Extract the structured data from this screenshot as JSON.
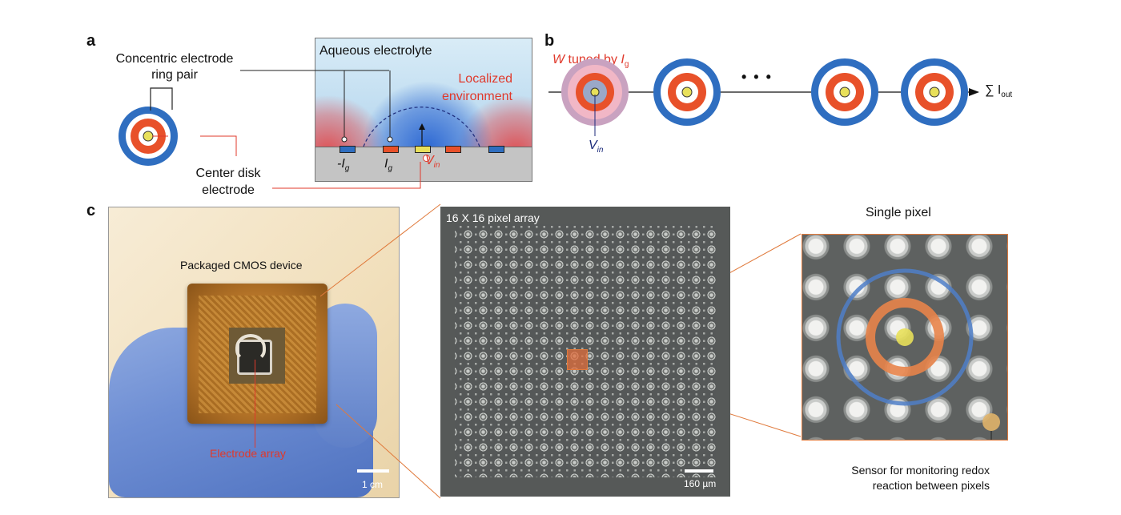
{
  "panel_a": {
    "label": "a",
    "ring_pair_label_l1": "Concentric electrode",
    "ring_pair_label_l2": "ring pair",
    "center_disk_label_l1": "Center disk",
    "center_disk_label_l2": "electrode",
    "electrolyte_label": "Aqueous electrolyte",
    "localized_l1": "Localized",
    "localized_l2": "environment",
    "minus_ig": "-I",
    "ig": "I",
    "vin": "V",
    "sub_g": "g",
    "sub_in": "in"
  },
  "panel_b": {
    "label": "b",
    "w_tuned": "W",
    "tuned_by": " tuned by ",
    "ig": "I",
    "sub_g": "g",
    "vin": "V",
    "sub_in": "in",
    "sum_symbol": "∑ I",
    "sub_out": "out",
    "ellipsis": "• • •"
  },
  "panel_c": {
    "label": "c",
    "packaged_label": "Packaged CMOS device",
    "electrode_array_label": "Electrode array",
    "scale_1cm": "1 cm",
    "array_title": "16 X 16 pixel array",
    "scale_160um": "160 µm",
    "single_pixel_title": "Single pixel",
    "sensor_label_l1": "Sensor for monitoring redox",
    "sensor_label_l2": "reaction between pixels"
  },
  "colors": {
    "outer_ring": "#2f6ec0",
    "inner_ring": "#e8512a",
    "center_disk": "#e8e05a",
    "callout_red": "#e0392b",
    "callout_orange": "#e07a3c",
    "navy": "#1b2a7a"
  }
}
